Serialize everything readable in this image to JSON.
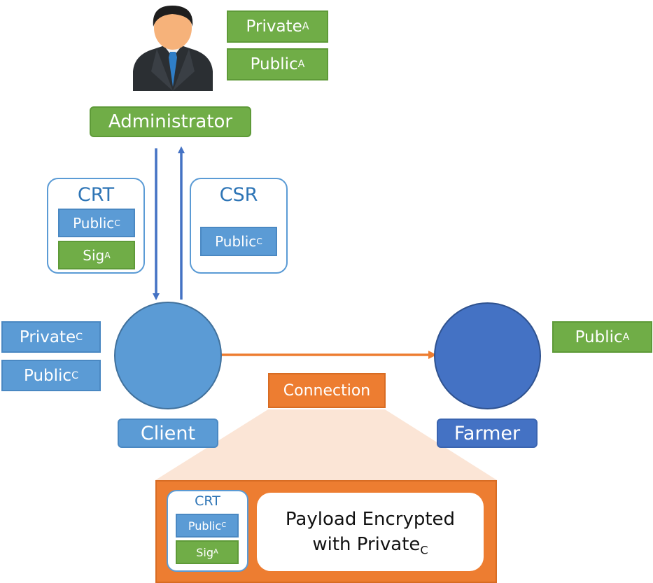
{
  "admin": {
    "label": "Administrator",
    "keys": [
      {
        "base": "Private",
        "sub": "A"
      },
      {
        "base": "Public",
        "sub": "A"
      }
    ]
  },
  "crt": {
    "title": "CRT",
    "items": [
      {
        "base": "Public",
        "sub": "C"
      },
      {
        "base": "Sig",
        "sub": "A"
      }
    ]
  },
  "csr": {
    "title": "CSR",
    "items": [
      {
        "base": "Public",
        "sub": "C"
      }
    ]
  },
  "client": {
    "label": "Client",
    "keys": [
      {
        "base": "Private",
        "sub": "C"
      },
      {
        "base": "Public",
        "sub": "C"
      }
    ]
  },
  "farmer": {
    "label": "Farmer",
    "keys": [
      {
        "base": "Public",
        "sub": "A"
      }
    ]
  },
  "connection": {
    "label": "Connection",
    "crt_title": "CRT",
    "crt_items": [
      {
        "base": "Public",
        "sub": "C"
      },
      {
        "base": "Sig",
        "sub": "A"
      }
    ],
    "payload_line1": "Payload Encrypted",
    "payload_line2_base": "with Private",
    "payload_line2_sub": "C"
  },
  "colors": {
    "green": "#70ad47",
    "blue": "#5b9bd5",
    "dark_blue": "#4472c4",
    "orange": "#ed7d31"
  }
}
